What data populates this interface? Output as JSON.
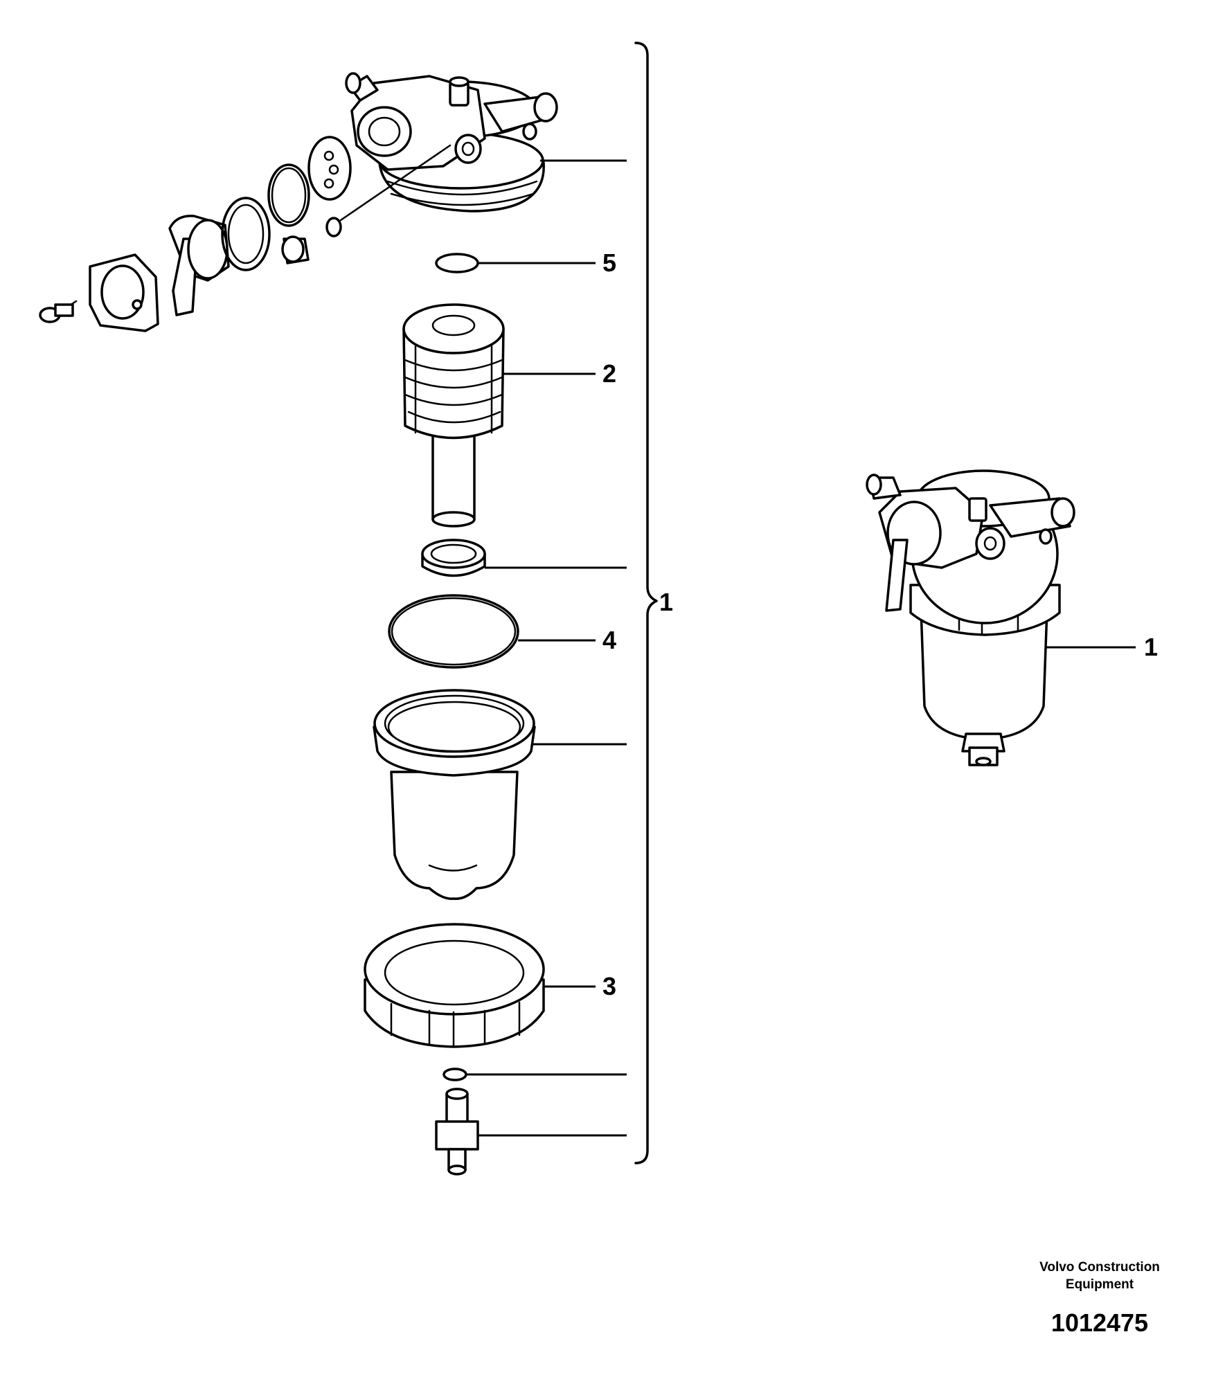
{
  "callouts": {
    "label_5": "5",
    "label_2": "2",
    "label_4": "4",
    "label_3": "3",
    "label_1_bracket": "1",
    "label_1_assembly": "1"
  },
  "footer": {
    "maker_line1": "Volvo Construction",
    "maker_line2": "Equipment",
    "part_number": "1012475"
  }
}
